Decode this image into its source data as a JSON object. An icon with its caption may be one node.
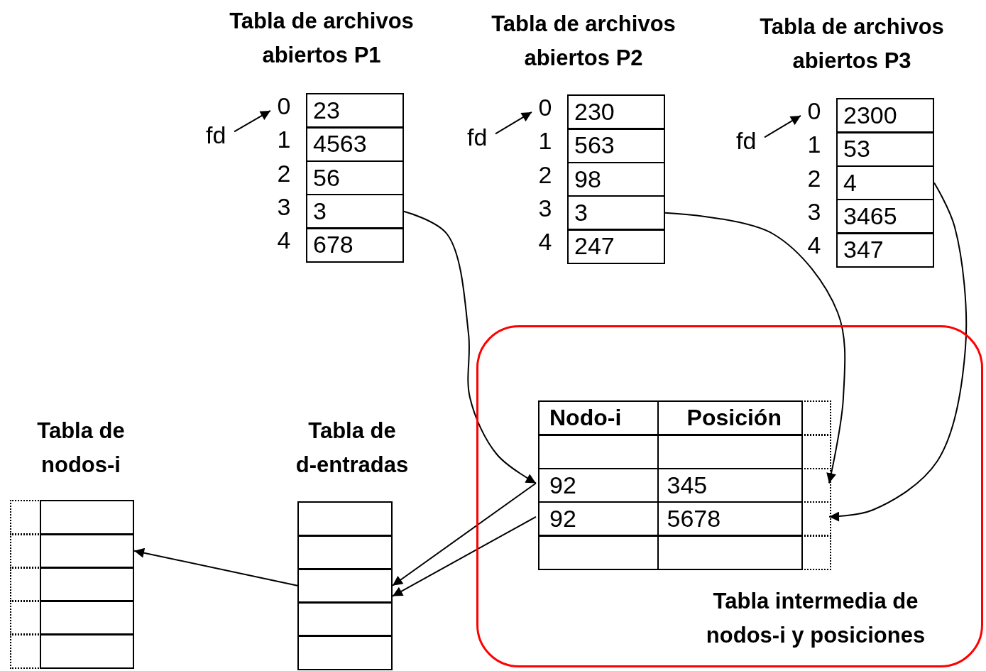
{
  "diagram": {
    "nodes": [
      {
        "text": [
          "fd"
        ]
      },
      {
        "text": [
          "Tabla de archivos abiertos P1"
        ]
      },
      {
        "text": [
          "23"
        ],
        "in": 1,
        "beside": [
          "0"
        ]
      },
      {
        "text": [
          "4563"
        ],
        "in": 1,
        "beside": [
          "1"
        ]
      },
      {
        "text": [
          "56"
        ],
        "in": 1,
        "beside": [
          "2"
        ]
      },
      {
        "text": [
          "3"
        ],
        "in": 1,
        "beside": [
          "3"
        ]
      },
      {
        "text": [
          "678"
        ],
        "in": 1,
        "beside": [
          "4"
        ]
      },
      {
        "text": [
          "fd"
        ]
      },
      {
        "text": [
          "Tabla de archivos abiertos P2"
        ]
      },
      {
        "text": [
          "230"
        ],
        "in": 8,
        "beside": [
          "0"
        ]
      },
      {
        "text": [
          "563"
        ],
        "in": 8,
        "beside": [
          "1"
        ]
      },
      {
        "text": [
          "98"
        ],
        "in": 8,
        "beside": [
          "2"
        ]
      },
      {
        "text": [
          "3"
        ],
        "in": 8,
        "beside": [
          "3"
        ]
      },
      {
        "text": [
          "247"
        ],
        "in": 8,
        "beside": [
          "4"
        ]
      },
      {
        "text": [
          "fd"
        ]
      },
      {
        "text": [
          "Tabla de archivos abiertos P3"
        ]
      },
      {
        "text": [
          "2300"
        ],
        "in": 15,
        "beside": [
          "0"
        ]
      },
      {
        "text": [
          "53"
        ],
        "in": 15,
        "beside": [
          "1"
        ]
      },
      {
        "text": [
          "4"
        ],
        "in": 15,
        "beside": [
          "2"
        ]
      },
      {
        "text": [
          "3465"
        ],
        "in": 15,
        "beside": [
          "3"
        ]
      },
      {
        "text": [
          "347"
        ],
        "in": 15,
        "beside": [
          "4"
        ]
      },
      {
        "text": [
          "Tabla intermedia de nodos-i y posiciones"
        ]
      },
      {
        "text": [
          "Nodo-i",
          "Posición"
        ],
        "in": 21
      },
      {
        "text": [],
        "shape": "box",
        "in": 21
      },
      {
        "text": [
          "92",
          "345"
        ],
        "in": 21
      },
      {
        "text": [
          "92",
          "5678"
        ],
        "in": 21
      },
      {
        "text": [],
        "shape": "box",
        "in": 21
      },
      {
        "text": [
          "Tabla de d-entradas"
        ]
      },
      {
        "text": [],
        "shape": "box",
        "in": 27
      },
      {
        "text": [],
        "shape": "box",
        "in": 27
      },
      {
        "text": [],
        "shape": "box",
        "in": 27
      },
      {
        "text": [],
        "shape": "box",
        "in": 27
      },
      {
        "text": [],
        "shape": "box",
        "in": 27
      },
      {
        "text": [
          "Tabla de nodos-i"
        ]
      },
      {
        "text": [],
        "shape": "box",
        "in": 33
      },
      {
        "text": [],
        "shape": "box",
        "in": 33
      },
      {
        "text": [],
        "shape": "box",
        "in": 33
      },
      {
        "text": [],
        "shape": "box",
        "in": 33
      },
      {
        "text": [],
        "shape": "box",
        "in": 33
      }
    ],
    "edges": [
      {
        "from": 0,
        "to": 2,
        "arrow": "to"
      },
      {
        "from": 7,
        "to": 9,
        "arrow": "to"
      },
      {
        "from": 14,
        "to": 16,
        "arrow": "to"
      },
      {
        "from": 5,
        "to": 24,
        "arrow": "to"
      },
      {
        "from": 12,
        "to": 24,
        "arrow": "to"
      },
      {
        "from": 18,
        "to": 25,
        "arrow": "to"
      },
      {
        "from": 24,
        "to": 30,
        "arrow": "to"
      },
      {
        "from": 25,
        "to": 30,
        "arrow": "to"
      },
      {
        "from": 30,
        "to": 35,
        "arrow": "to"
      }
    ]
  }
}
